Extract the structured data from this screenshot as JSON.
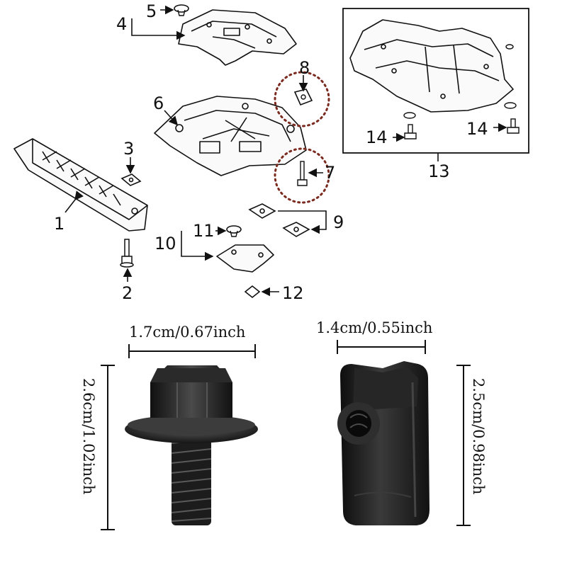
{
  "callouts": {
    "c1": "1",
    "c2": "2",
    "c3": "3",
    "c4": "4",
    "c5": "5",
    "c6": "6",
    "c7": "7",
    "c8": "8",
    "c9": "9",
    "c10": "10",
    "c11": "11",
    "c12": "12",
    "c13": "13",
    "c14a": "14",
    "c14b": "14"
  },
  "dimensions": {
    "bolt_width": "1.7cm/0.67inch",
    "bolt_height": "2.6cm/1.02inch",
    "nut_width": "1.4cm/0.55inch",
    "nut_height": "2.5cm/0.98inch"
  },
  "colors": {
    "line": "#111111",
    "highlight_ring": "#7a2a1e",
    "hardware": "#1c1c1c"
  },
  "icons": {
    "bolt": "flange-bolt-icon",
    "nut": "u-clip-nut-icon"
  }
}
